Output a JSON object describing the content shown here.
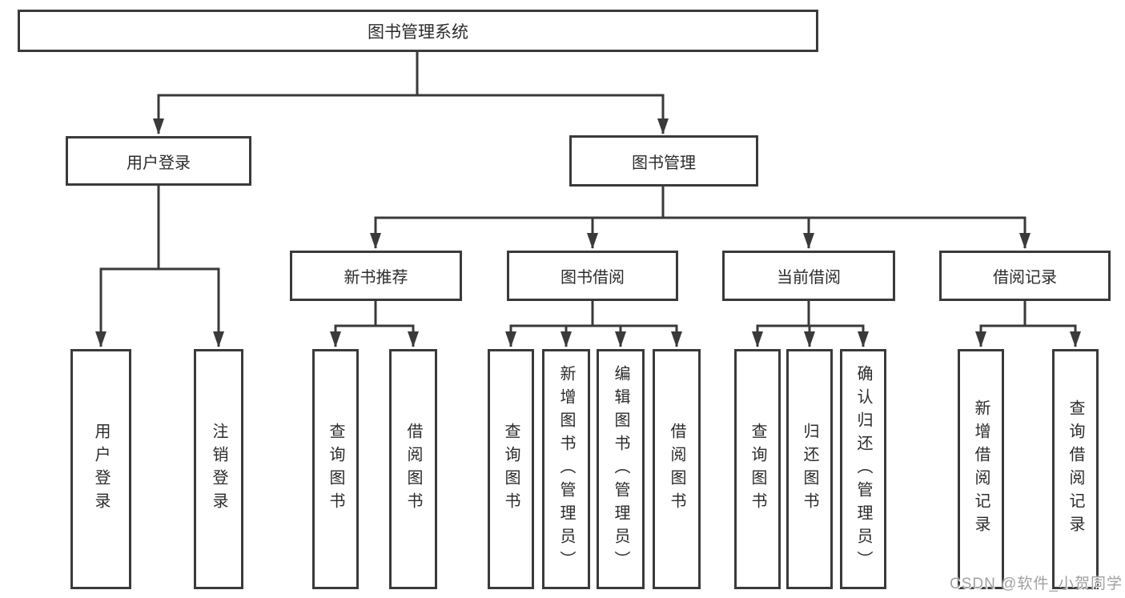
{
  "tree": {
    "root": {
      "label": "图书管理系统"
    },
    "user_login": {
      "label": "用户登录",
      "children": [
        {
          "label": "用户登录"
        },
        {
          "label": "注销登录"
        }
      ]
    },
    "book_management": {
      "label": "图书管理",
      "sections": [
        {
          "label": "新书推荐",
          "children": [
            {
              "label": "查询图书"
            },
            {
              "label": "借阅图书"
            }
          ]
        },
        {
          "label": "图书借阅",
          "children": [
            {
              "label": "查询图书"
            },
            {
              "label": "新增图书（管理员）"
            },
            {
              "label": "编辑图书（管理员）"
            },
            {
              "label": "借阅图书"
            }
          ]
        },
        {
          "label": "当前借阅",
          "children": [
            {
              "label": "查询图书"
            },
            {
              "label": "归还图书"
            },
            {
              "label": "确认归还（管理员）"
            }
          ]
        },
        {
          "label": "借阅记录",
          "children": [
            {
              "label": "新增借阅记录"
            },
            {
              "label": "查询借阅记录"
            }
          ]
        }
      ]
    }
  },
  "watermark": "CSDN @软件_小贺同学",
  "colors": {
    "line": "#3a3a3a",
    "text": "#2b2b2b",
    "watermark": "#a0a0a0",
    "background": "#ffffff"
  }
}
